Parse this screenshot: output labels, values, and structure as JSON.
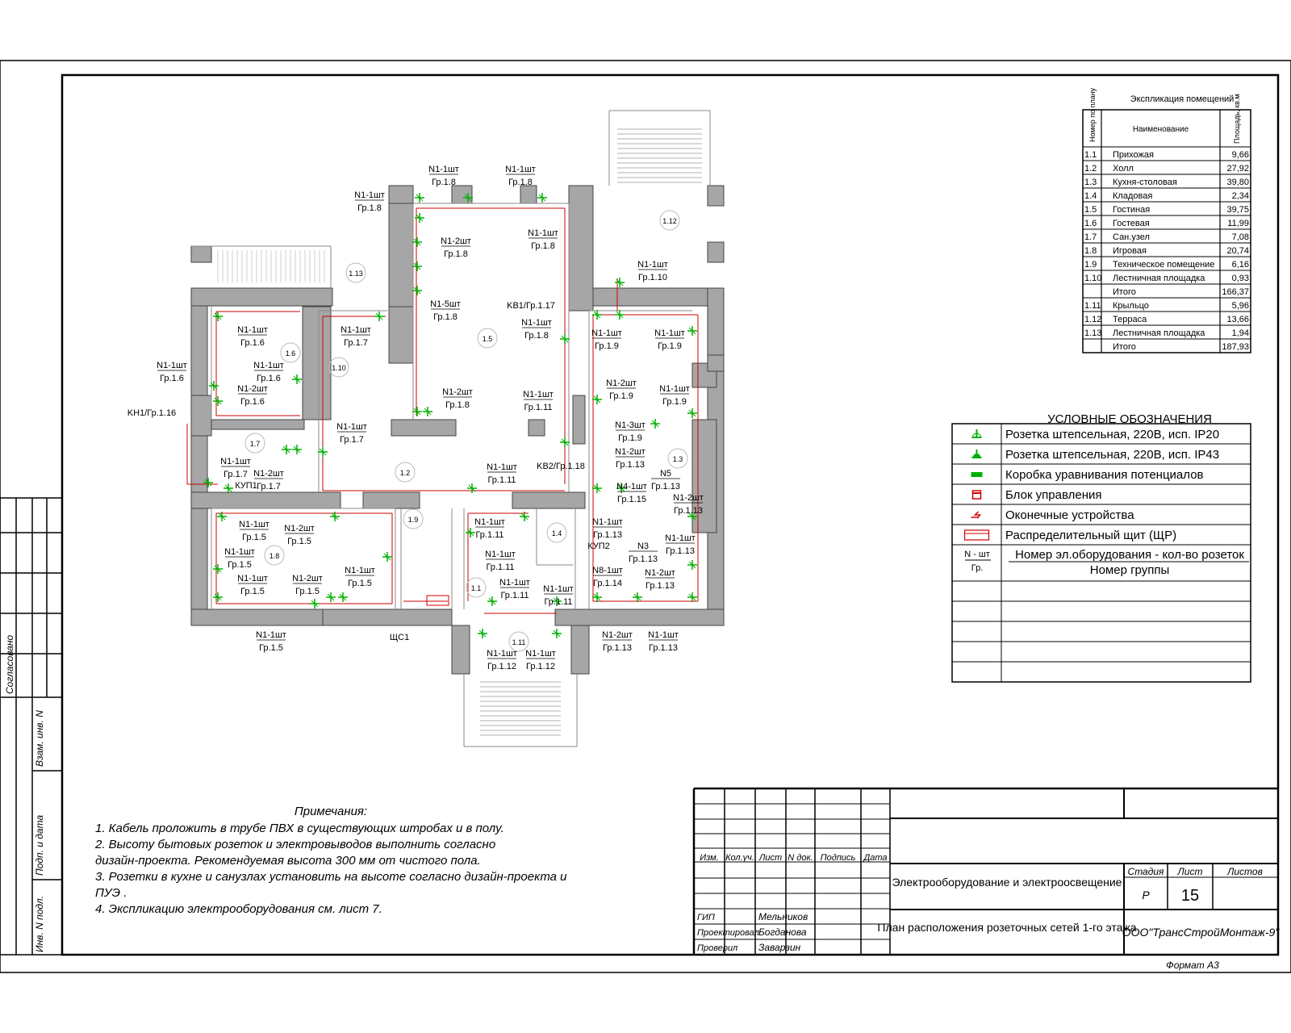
{
  "explication": {
    "title": "Экспликация помещений",
    "headers": [
      "Номер по плану",
      "Наименование",
      "Площадь, кв.м"
    ],
    "rows": [
      [
        "1.1",
        "Прихожая",
        "9,66"
      ],
      [
        "1.2",
        "Холл",
        "27,92"
      ],
      [
        "1.3",
        "Кухня-столовая",
        "39,80"
      ],
      [
        "1.4",
        "Кладовая",
        "2,34"
      ],
      [
        "1.5",
        "Гостиная",
        "39,75"
      ],
      [
        "1.6",
        "Гостевая",
        "11,99"
      ],
      [
        "1.7",
        "Сан.узел",
        "7,08"
      ],
      [
        "1.8",
        "Игровая",
        "20,74"
      ],
      [
        "1.9",
        "Техническое помещение",
        "6,16"
      ],
      [
        "1.10",
        "Лестничная площадка",
        "0,93"
      ],
      [
        "",
        "Итого",
        "166,37"
      ],
      [
        "1.11",
        "Крыльцо",
        "5,96"
      ],
      [
        "1.12",
        "Терраса",
        "13,66"
      ],
      [
        "1.13",
        "Лестничная площадка",
        "1,94"
      ],
      [
        "",
        "Итого",
        "187,93"
      ]
    ]
  },
  "legend": {
    "title": "УСЛОВНЫЕ ОБОЗНАЧЕНИЯ",
    "items": [
      {
        "icon": "socket-ip20-icon",
        "label": "Розетка штепсельная, 220В, исп. IP20"
      },
      {
        "icon": "socket-ip43-icon",
        "label": "Розетка штепсельная, 220В, исп. IP43"
      },
      {
        "icon": "potential-box-icon",
        "label": "Коробка уравнивания потенциалов"
      },
      {
        "icon": "control-unit-icon",
        "label": "Блок управления"
      },
      {
        "icon": "terminal-device-icon",
        "label": "Оконечные устройства"
      },
      {
        "icon": "distribution-board-icon",
        "label": "Распределительный щит (ЩР)"
      }
    ],
    "marker": {
      "top": "N - шт",
      "bottom": "Гр.",
      "line1": "Номер эл.оборудования - кол-во розеток",
      "line2": "Номер группы"
    }
  },
  "notes": {
    "title": "Примечания:",
    "lines": [
      "1. Кабель проложить в трубе ПВХ в  существующих штробах и в полу.",
      "2. Высоту бытовых розеток и электровыводов выполнить согласно",
      "дизайн-проекта. Рекомендуемая высота 300 мм от чистого пола.",
      "3. Розетки в кухне и санузлах установить на высоте согласно дизайн-проекта и",
      "ПУЭ .",
      "4. Экспликацию электрооборудования см. лист 7."
    ]
  },
  "titleblock": {
    "cols": [
      "Изм.",
      "Кол.уч.",
      "Лист",
      "N док.",
      "Подпись",
      "Дата"
    ],
    "roles": [
      [
        "ГИП",
        "Мельников"
      ],
      [
        "Проектировал",
        "Богданова"
      ],
      [
        "Проверил",
        "Заварзин"
      ]
    ],
    "section": "Электрооборудование и электроосвещение",
    "sheet_title": "План расположения розеточных сетей 1-го этажа",
    "stage_label": "Стадия",
    "sheet_label": "Лист",
    "sheets_label": "Листов",
    "stage": "Р",
    "sheet": "15",
    "sheets": "",
    "company": "ООО\"ТрансСтройМонтаж-9\"",
    "format": "Формат А3"
  },
  "side_stamp": [
    "Согласовано",
    "Взам. инв. N",
    "Подп. и дата",
    "Инв. N подл."
  ],
  "rooms": [
    "1.1",
    "1.2",
    "1.3",
    "1.4",
    "1.5",
    "1.6",
    "1.7",
    "1.8",
    "1.9",
    "1.10",
    "1.11",
    "1.12",
    "1.13"
  ],
  "annotations": [
    [
      "N1-1шт",
      "Гр.1.8"
    ],
    [
      "N1-1шт",
      "Гр.1.8"
    ],
    [
      "N1-1шт",
      "Гр.1.8"
    ],
    [
      "N1-1шт",
      "Гр.1.8"
    ],
    [
      "N1-2шт",
      "Гр.1.8"
    ],
    [
      "N1-5шт",
      "Гр.1.8"
    ],
    [
      "KB1/Гр.1.17",
      ""
    ],
    [
      "N1-1шт",
      "Гр.1.8"
    ],
    [
      "N1-2шт",
      "Гр.1.8"
    ],
    [
      "N1-1шт",
      "Гр.1.11"
    ],
    [
      "KB2/Гр.1.18",
      ""
    ],
    [
      "N1-1шт",
      "Гр.1.10"
    ],
    [
      "N1-1шт",
      "Гр.1.6"
    ],
    [
      "N1-1шт",
      "Гр.1.6"
    ],
    [
      "N1-1шт",
      "Гр.1.6"
    ],
    [
      "N1-2шт",
      "Гр.1.6"
    ],
    [
      "N1-1шт",
      "Гр.1.7"
    ],
    [
      "N1-1шт",
      "Гр.1.7"
    ],
    [
      "KH1/Гр.1.16",
      ""
    ],
    [
      "N1-1шт",
      "Гр.1.7"
    ],
    [
      "N1-2шт",
      "Гр.1.7"
    ],
    [
      "КУП1",
      ""
    ],
    [
      "N1-1шт",
      "Гр.1.11"
    ],
    [
      "N1-1шт",
      "Гр.1.9"
    ],
    [
      "N1-1шт",
      "Гр.1.9"
    ],
    [
      "N1-2шт",
      "Гр.1.9"
    ],
    [
      "N1-1шт",
      "Гр.1.9"
    ],
    [
      "N1-3шт",
      "Гр.1.9"
    ],
    [
      "N1-2шт",
      "Гр.1.13"
    ],
    [
      "N5",
      "Гр.1.13"
    ],
    [
      "N4-1шт",
      "Гр.1.15"
    ],
    [
      "N1-2шт",
      "Гр.1.13"
    ],
    [
      "N1-1шт",
      "Гр.1.13"
    ],
    [
      "N3",
      "Гр.1.13"
    ],
    [
      "N1-1шт",
      "Гр.1.13"
    ],
    [
      "КУП2",
      ""
    ],
    [
      "N8-1шт",
      "Гр.1.14"
    ],
    [
      "N1-2шт",
      "Гр.1.13"
    ],
    [
      "N1-2шт",
      "Гр.1.13"
    ],
    [
      "N1-1шт",
      "Гр.1.13"
    ],
    [
      "N1-1шт",
      "Гр.1.5"
    ],
    [
      "N1-2шт",
      "Гр.1.5"
    ],
    [
      "N1-1шт",
      "Гр.1.5"
    ],
    [
      "N1-1шт",
      "Гр.1.5"
    ],
    [
      "N1-2шт",
      "Гр.1.5"
    ],
    [
      "N1-1шт",
      "Гр.1.5"
    ],
    [
      "N1-1шт",
      "Гр.1.5"
    ],
    [
      "N1-1шт",
      "Гр.1.11"
    ],
    [
      "N1-1шт",
      "Гр.1.11"
    ],
    [
      "N1-1шт",
      "Гр.1.11"
    ],
    [
      "N1-1шт",
      "Гр.1.11"
    ],
    [
      "ЩС1",
      ""
    ],
    [
      "N1-1шт",
      "Гр.1.12"
    ],
    [
      "N1-1шт",
      "Гр.1.12"
    ]
  ],
  "colors": {
    "wall": "#a6a6a6",
    "cable": "#d00000",
    "socket": "#00b000",
    "line": "#000000"
  }
}
